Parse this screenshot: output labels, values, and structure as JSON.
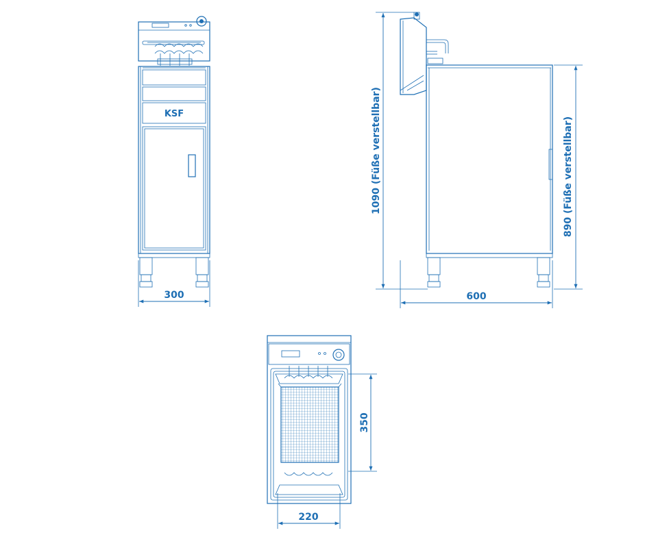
{
  "brand_logo": "KSF",
  "dimensions": {
    "front_width": "300",
    "side_depth": "600",
    "total_height": "1090 (Füße verstellbar)",
    "body_height": "890 (Füße verstellbar)",
    "basin_length": "350",
    "basin_width": "220"
  },
  "colors": {
    "line": "#1e6fb4",
    "background": "#ffffff"
  }
}
